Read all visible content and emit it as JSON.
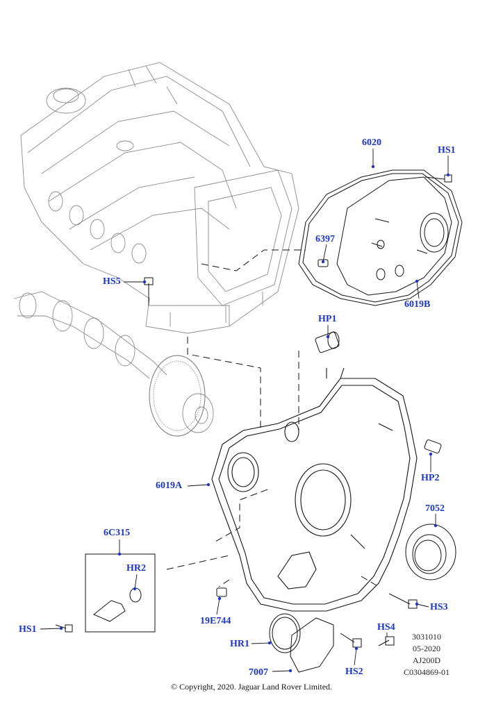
{
  "callouts": {
    "c6020": "6020",
    "hs1_top": "HS1",
    "c6397": "6397",
    "hs5": "HS5",
    "c6019b": "6019B",
    "hp1": "HP1",
    "hp2": "HP2",
    "c6019a": "6019A",
    "c7052": "7052",
    "c6c315": "6C315",
    "hr2": "HR2",
    "hs3": "HS3",
    "c19e744": "19E744",
    "hs1_bottom": "HS1",
    "hs4": "HS4",
    "hr1": "HR1",
    "hs2": "HS2",
    "c7007": "7007"
  },
  "reference": {
    "line1": "3031010",
    "line2": "05-2020",
    "line3": "AJ200D",
    "line4": "C0304869-01"
  },
  "copyright": "© Copyright, 2020. Jaguar Land Rover Limited.",
  "colors": {
    "callout": "#1a35c7",
    "line": "#111111",
    "leader_dot": "#1a35c7"
  }
}
